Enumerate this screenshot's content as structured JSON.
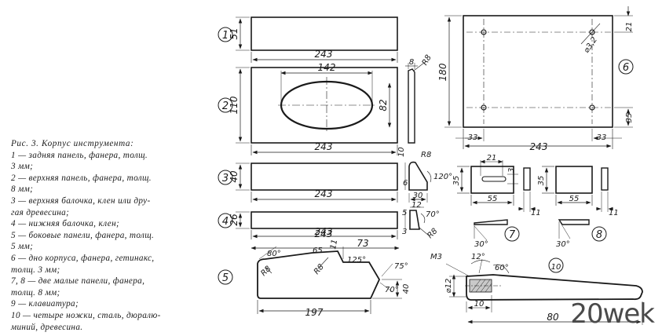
{
  "caption": {
    "title": "Рис. 3. Корпус инструмента:",
    "lines": [
      "1 — задняя панель, фанера, толщ.",
      "3 мм;",
      "2 — верхняя панель, фанера, толщ.",
      "8 мм;",
      "3 — верхняя балочка, клен или дру-",
      "гая древесина;",
      "4 — нижняя балочка, клен;",
      "5 — боковые панели, фанера, толщ.",
      "5 мм;",
      "6 — дно корпуса, фанера, гетинакс,",
      "толщ. 3 мм;",
      "7, 8 — две малые панели, фанера,",
      "толщ. 8 мм;",
      "9 — клавиатура;",
      "10 — четыре ножки, сталь, дюралю-",
      "миний, древесина."
    ]
  },
  "parts": {
    "p1": {
      "label": "1",
      "w": "243",
      "h": "51"
    },
    "p2": {
      "label": "2",
      "w": "243",
      "h": "110",
      "oval_w": "142",
      "oval_h": "82",
      "thick": "8",
      "radius": "R8"
    },
    "p3": {
      "label": "3",
      "w": "243",
      "h": "40",
      "r": "R8",
      "d10": "10",
      "d6": "6",
      "angle": "120°",
      "d30": "30"
    },
    "p4": {
      "label": "4",
      "w": "243",
      "h": "26",
      "d5": "5",
      "d12": "12",
      "d3": "3",
      "angle": "70°",
      "r": "R8"
    },
    "p5": {
      "label": "5",
      "a80": "80°",
      "d65": "65",
      "d11": "11",
      "a125": "125°",
      "r1": "R8",
      "r2": "R8",
      "d73": "73",
      "a75": "75°",
      "a70": "70°",
      "h40": "40",
      "w197": "197",
      "d243": "243"
    },
    "p6": {
      "label": "6",
      "w": "243",
      "h": "180",
      "hole": "⌀3,2",
      "d21": "21",
      "d35": "35",
      "d33a": "33",
      "d33b": "33"
    },
    "p7": {
      "label": "7",
      "w": "55",
      "h": "35",
      "d21": "21",
      "d3": "3",
      "d11": "11",
      "a": "30°"
    },
    "p8": {
      "label": "8",
      "w": "55",
      "h": "35",
      "d11": "11",
      "a": "30°"
    },
    "p10": {
      "label": "10",
      "thread": "М3",
      "a12": "12°",
      "a60": "60°",
      "d12": "⌀12",
      "d10": "10",
      "d80": "80"
    }
  },
  "watermark": "20wek"
}
